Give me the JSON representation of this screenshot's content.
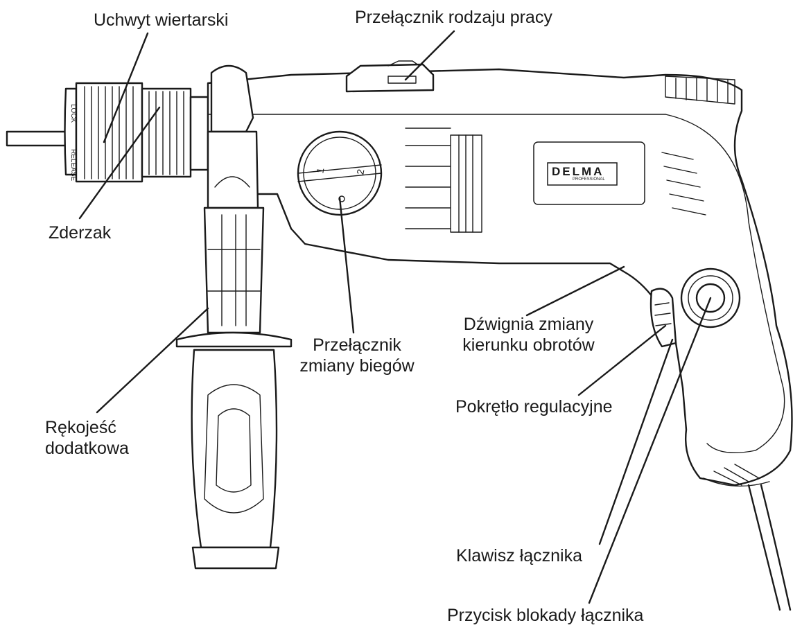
{
  "labels": {
    "chuck": "Uchwyt wiertarski",
    "mode_switch": "Przełącznik rodzaju pracy",
    "depth_stop": "Zderzak",
    "gear_switch_line1": "Przełącznik",
    "gear_switch_line2": "zmiany biegów",
    "direction_lever_line1": "Dźwignia zmiany",
    "direction_lever_line2": "kierunku obrotów",
    "speed_knob": "Pokrętło regulacyjne",
    "aux_handle_line1": "Rękojeść",
    "aux_handle_line2": "dodatkowa",
    "trigger": "Klawisz łącznika",
    "lock_button": "Przycisk blokady łącznika"
  },
  "device": {
    "brand_text": "DELMA",
    "brand_sub": "PROFESSIONAL",
    "gear_dial_marks": [
      "1",
      "2"
    ]
  }
}
